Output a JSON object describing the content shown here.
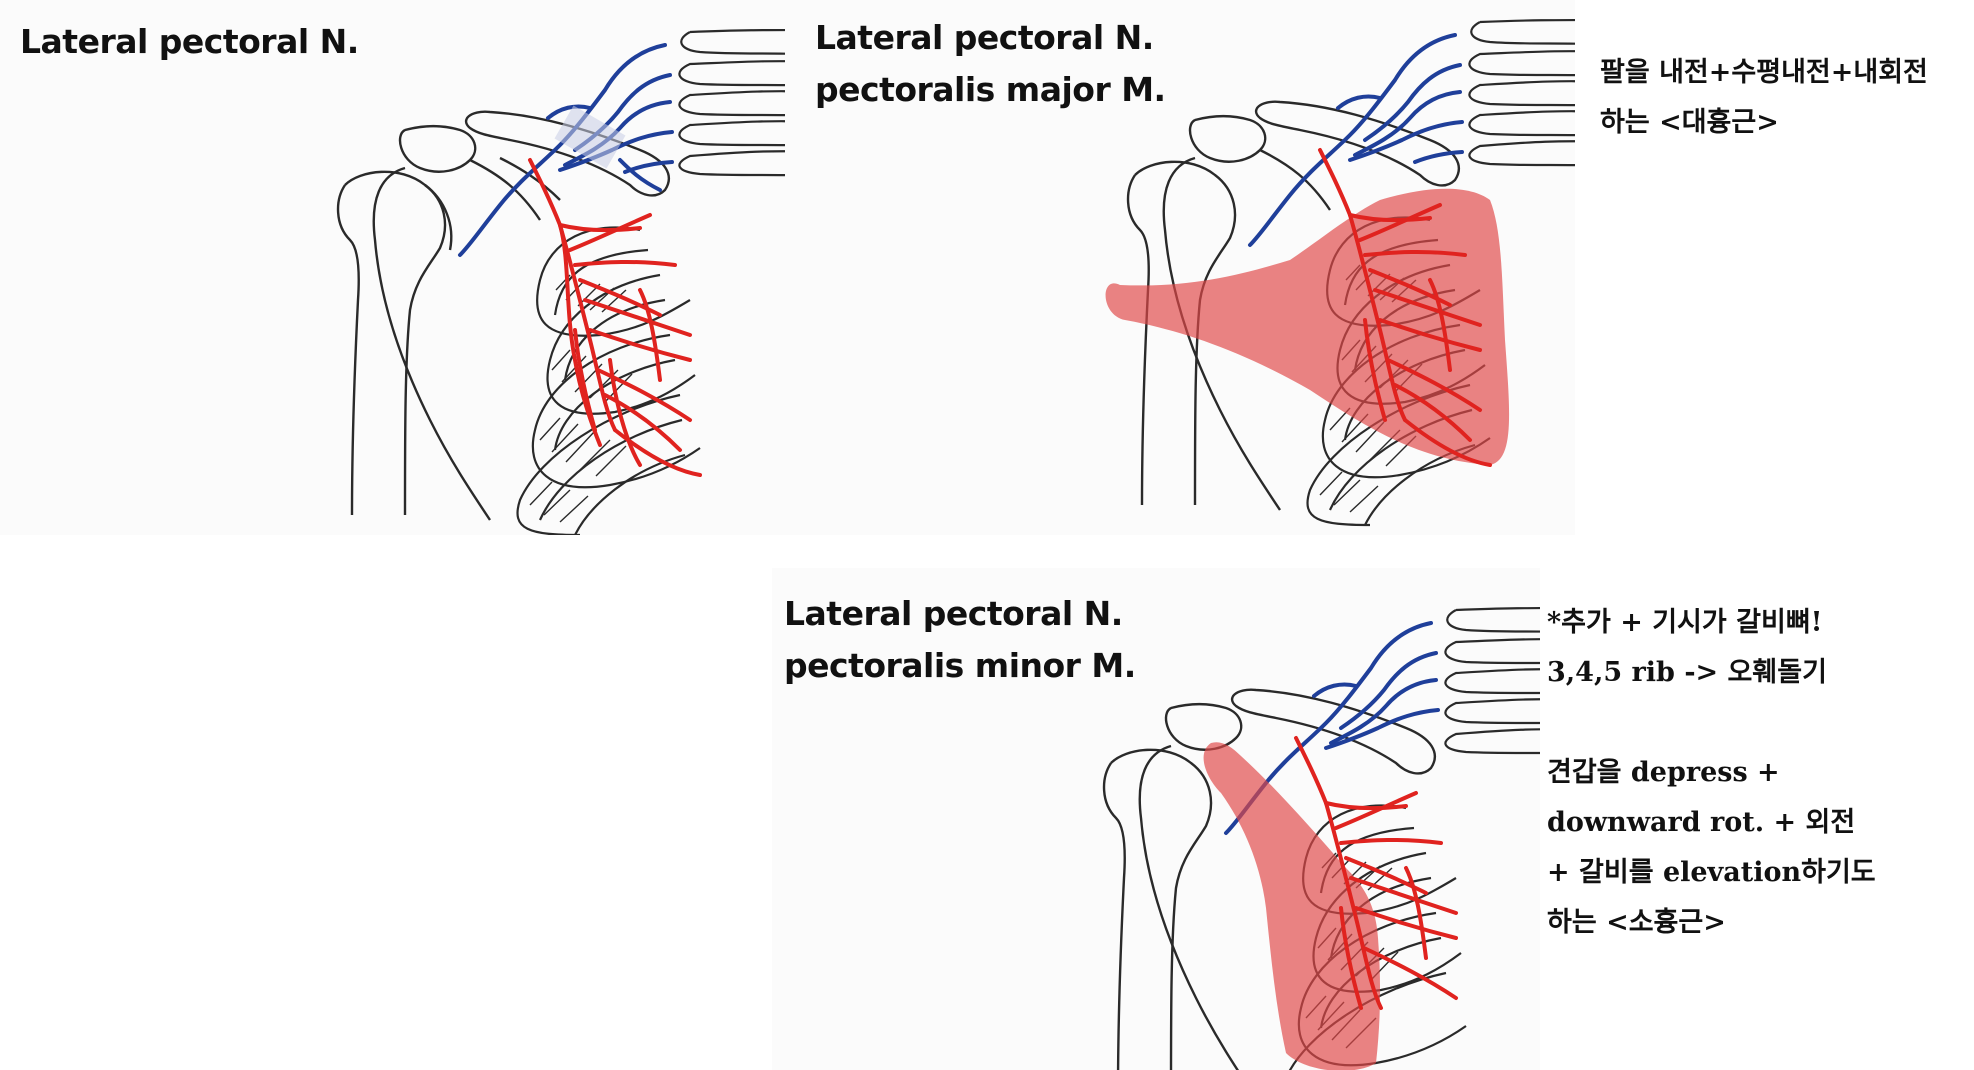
{
  "panels": [
    {
      "id": "lateral-pectoral-nerve",
      "title_lines": [
        "Lateral pectoral N."
      ]
    },
    {
      "id": "pectoralis-major",
      "title_lines": [
        "Lateral pectoral N.",
        "pectoralis major M."
      ]
    },
    {
      "id": "pectoralis-minor",
      "title_lines": [
        "Lateral pectoral N.",
        "pectoralis minor M."
      ]
    }
  ],
  "notes": {
    "major": [
      "팔을 내전+수평내전+내회전",
      "하는 <대흉근>"
    ],
    "minor": [
      "*추가 + 기시가 갈비뼈!",
      "3,4,5 rib -> 오훼돌기",
      "",
      "견갑을 depress +",
      "downward rot. + 외전",
      "+ 갈비를 elevation하기도",
      "하는 <소흉근>"
    ]
  },
  "colors": {
    "nerve_lateral_pectoral": "#e0231f",
    "brachial_plexus": "#1f3f9a",
    "muscle_highlight": "#e04848",
    "bone_outline": "#2a2a2a"
  }
}
